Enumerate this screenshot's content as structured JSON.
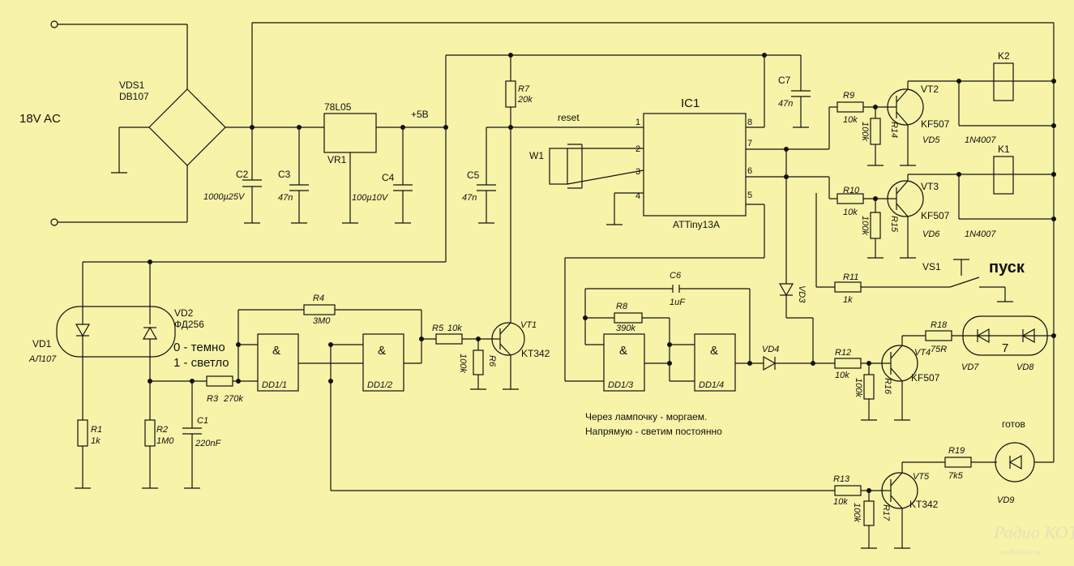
{
  "labels": {
    "ac_in": "18V AC",
    "vds1_a": "VDS1",
    "vds1_b": "DB107",
    "c2": "C2",
    "c2v": "1000µ25V",
    "c3": "C3",
    "c3v": "47n",
    "vr1_top": "78L05",
    "vr1": "VR1",
    "c4": "C4",
    "c4v": "100µ10V",
    "p5v": "+5B",
    "c5": "C5",
    "c5v": "47n",
    "r7": "R7",
    "r7v": "20k",
    "reset": "reset",
    "ic1": "IC1",
    "ic1_part": "ATTiny13A",
    "pin1": "1",
    "pin2": "2",
    "pin3": "3",
    "pin4": "4",
    "pin5": "5",
    "pin6": "6",
    "pin7": "7",
    "pin8": "8",
    "w1": "W1",
    "c7": "C7",
    "c7v": "47n",
    "r9": "R9",
    "r9v": "10k",
    "r14": "R14",
    "r14v": "100k",
    "vt2": "VT2",
    "vt2p": "KF507",
    "k2": "K2",
    "vd5": "VD5",
    "vd5p": "1N4007",
    "r10": "R10",
    "r10v": "10k",
    "r15": "R15",
    "r15v": "100k",
    "vt3": "VT3",
    "vt3p": "KF507",
    "k1": "K1",
    "vd6": "VD6",
    "vd6p": "1N4007",
    "vs1": "VS1",
    "pusk": "пуск",
    "r11": "R11",
    "r11v": "1k",
    "vd3": "VD3",
    "vd1": "VD1",
    "vd1p": "АЛ107",
    "vd2": "VD2",
    "vd2p": "ФД256",
    "dark": "0 - темно",
    "light": "1 - светло",
    "r1": "R1",
    "r1v": "1k",
    "r2": "R2",
    "r2v": "1M0",
    "r3": "R3",
    "r3v": "270k",
    "c1": "C1",
    "c1v": "220nF",
    "r4": "R4",
    "r4v": "3M0",
    "dd11": "DD1/1",
    "dd12": "DD1/2",
    "amp": "&",
    "r5": "R5",
    "r5v": "10k",
    "r6": "R6",
    "r6v": "100k",
    "vt1": "VT1",
    "vt1p": "KT342",
    "c6": "C6",
    "c6v": "1uF",
    "r8": "R8",
    "r8v": "390k",
    "dd13": "DD1/3",
    "dd14": "DD1/4",
    "vd4": "VD4",
    "r12": "R12",
    "r12v": "10k",
    "r16": "R16",
    "r16v": "100k",
    "vt4": "VT4",
    "vt4p": "KF507",
    "r18": "R18",
    "r18v": "75R",
    "vd7": "VD7",
    "vd8": "VD8",
    "seven": "7",
    "note1": "Через лампочку - моргаем.",
    "note2": "Напрямую - светим постоянно",
    "gotov": "готов",
    "r19": "R19",
    "r19v": "7k5",
    "vd9": "VD9",
    "r13": "R13",
    "r13v": "10k",
    "r17": "R17",
    "r17v": "100k",
    "vt5": "VT5",
    "vt5p": "KT342",
    "wm1": "Радио КОТ",
    "wm2": "radiokot.ru"
  },
  "colors": {
    "background": "#f7f3a8",
    "wire": "#111111",
    "watermark": "#e8e0b8"
  }
}
